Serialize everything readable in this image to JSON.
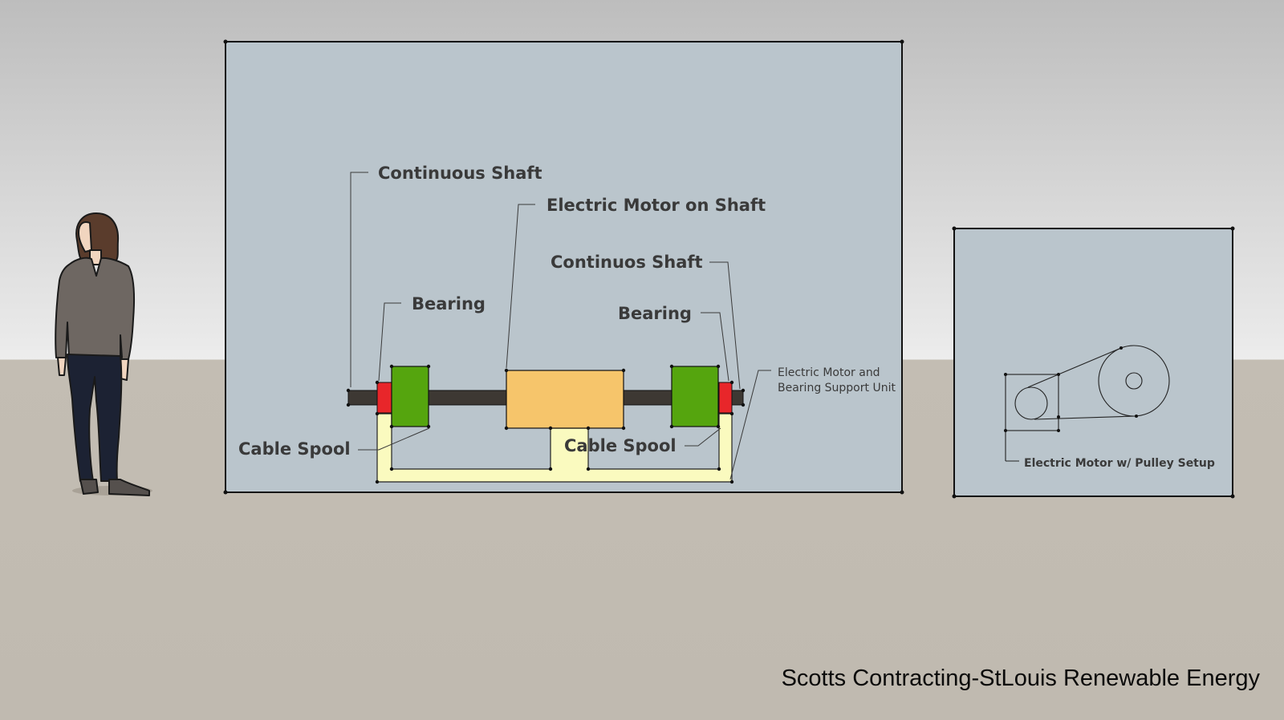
{
  "main_panel": {
    "labels": {
      "continuous_shaft_left": "Continuous Shaft",
      "electric_motor_on_shaft": "Electric Motor on Shaft",
      "continuous_shaft_right": "Continuos Shaft",
      "bearing_left": "Bearing",
      "bearing_right": "Bearing",
      "support_unit_line1": "Electric Motor and",
      "support_unit_line2": "Bearing Support Unit",
      "cable_spool_left": "Cable Spool",
      "cable_spool_center": "Cable Spool"
    }
  },
  "side_panel": {
    "label": "Electric Motor w/ Pulley Setup"
  },
  "footer": "Scotts Contracting-StLouis Renewable Energy",
  "colors": {
    "panel": "#bac5cc",
    "shaft": "#3d3833",
    "bearing": "#e8262a",
    "spool": "#55a50e",
    "motor": "#f6c56b",
    "support": "#fafabf"
  }
}
